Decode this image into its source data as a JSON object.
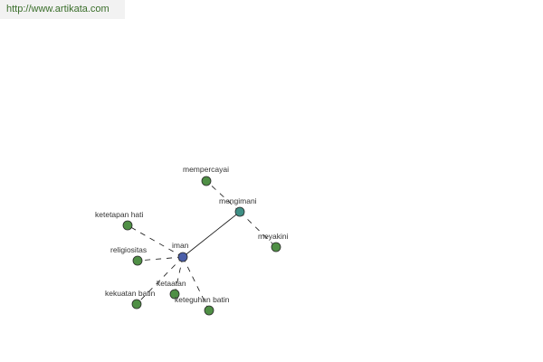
{
  "header": {
    "url": "http://www.artikata.com"
  },
  "colors": {
    "center_node": "#4a5ea8",
    "hub_node": "#3f8f85",
    "leaf_node": "#4f8f45",
    "node_stroke": "#2a2a2a",
    "edge": "#111111"
  },
  "graph": {
    "nodes": [
      {
        "id": "iman",
        "label": "iman",
        "kind": "center"
      },
      {
        "id": "mengimani",
        "label": "mengimani",
        "kind": "hub"
      },
      {
        "id": "mempercayai",
        "label": "mempercayai",
        "kind": "leaf"
      },
      {
        "id": "meyakini",
        "label": "meyakini",
        "kind": "leaf"
      },
      {
        "id": "ketetapan_hati",
        "label": "ketetapan hati",
        "kind": "leaf"
      },
      {
        "id": "religiositas",
        "label": "religiositas",
        "kind": "leaf"
      },
      {
        "id": "kekuatan_batin",
        "label": "kekuatan batin",
        "kind": "leaf"
      },
      {
        "id": "ketaatan",
        "label": "ketaatan",
        "kind": "leaf"
      },
      {
        "id": "keteguhan_batin",
        "label": "keteguhan batin",
        "kind": "leaf"
      }
    ],
    "edges": [
      {
        "from": "iman",
        "to": "mengimani",
        "style": "solid"
      },
      {
        "from": "mengimani",
        "to": "mempercayai",
        "style": "dashed"
      },
      {
        "from": "mengimani",
        "to": "meyakini",
        "style": "dashed"
      },
      {
        "from": "iman",
        "to": "ketetapan_hati",
        "style": "dashed"
      },
      {
        "from": "iman",
        "to": "religiositas",
        "style": "dashed"
      },
      {
        "from": "iman",
        "to": "kekuatan_batin",
        "style": "dashed"
      },
      {
        "from": "iman",
        "to": "ketaatan",
        "style": "dashed"
      },
      {
        "from": "iman",
        "to": "keteguhan_batin",
        "style": "dashed"
      }
    ]
  }
}
